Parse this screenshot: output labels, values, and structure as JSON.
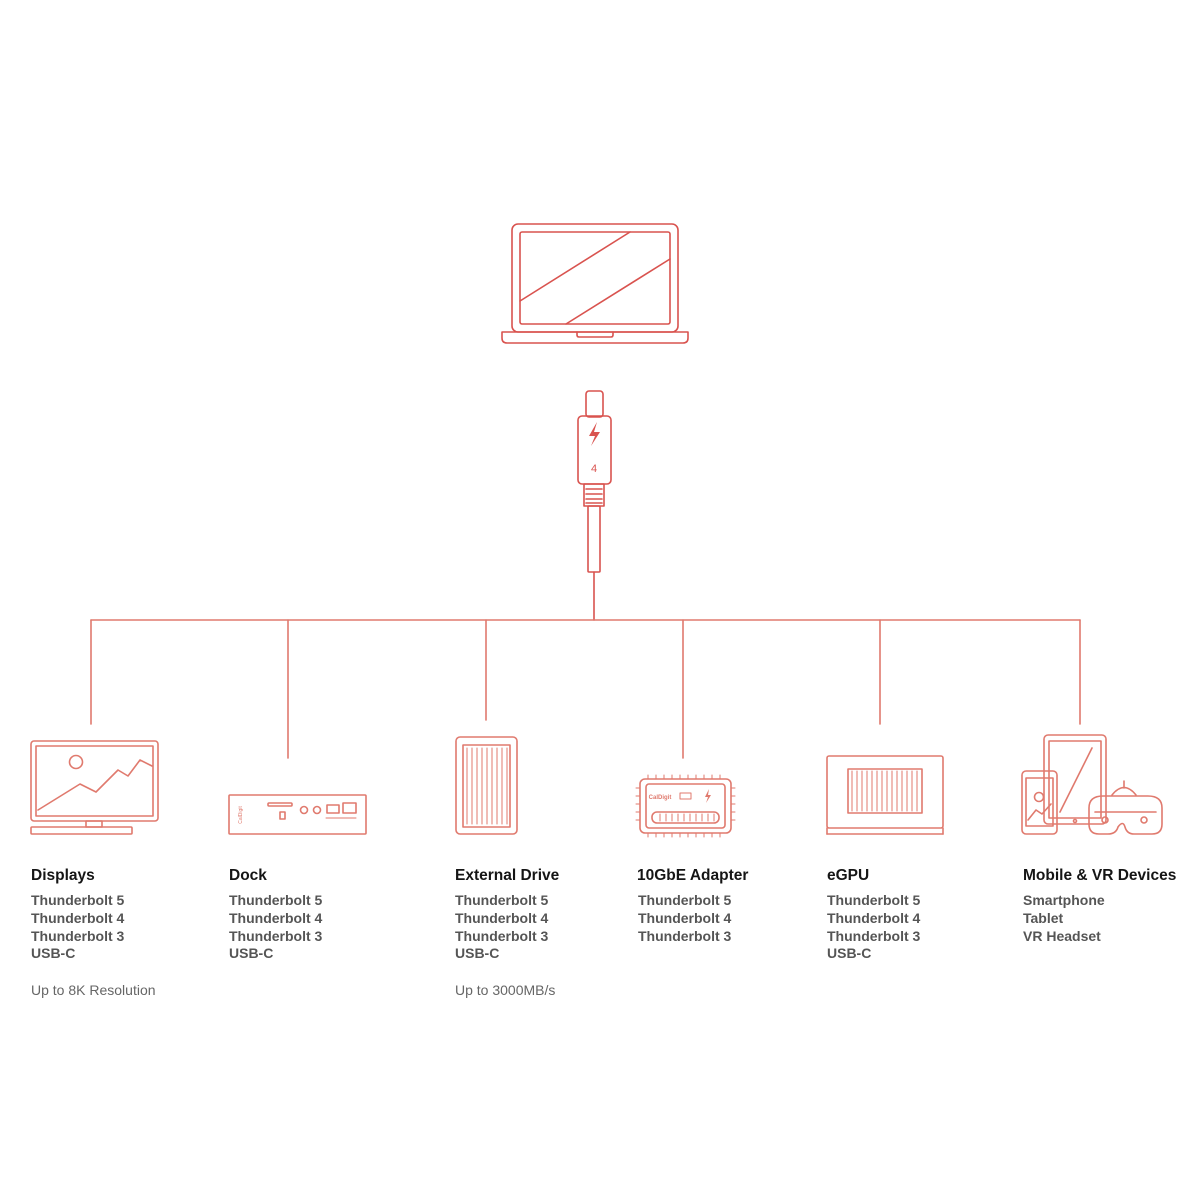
{
  "colors": {
    "accent": "#d9534f",
    "accent_light": "#e8a39a",
    "text": "#151515",
    "subtext": "#555555"
  },
  "cable": {
    "version": "4"
  },
  "brand": {
    "dock": "CalDigit",
    "adapter": "CalDigit"
  },
  "columns": [
    {
      "id": "displays",
      "title": "Displays",
      "items": [
        "Thunderbolt 5",
        "Thunderbolt 4",
        "Thunderbolt 3",
        "USB-C"
      ],
      "note": "Up to 8K Resolution",
      "icon": "monitor-icon"
    },
    {
      "id": "dock",
      "title": "Dock",
      "items": [
        "Thunderbolt 5",
        "Thunderbolt 4",
        "Thunderbolt 3",
        "USB-C"
      ],
      "note": "",
      "icon": "dock-icon"
    },
    {
      "id": "external-drive",
      "title": "External Drive",
      "items": [
        "Thunderbolt 5",
        "Thunderbolt 4",
        "Thunderbolt 3",
        "USB-C"
      ],
      "note": "Up to 3000MB/s",
      "icon": "external-drive-icon"
    },
    {
      "id": "adapter",
      "title": "10GbE Adapter",
      "items": [
        "Thunderbolt 5",
        "Thunderbolt 4",
        "Thunderbolt 3"
      ],
      "note": "",
      "icon": "network-adapter-icon"
    },
    {
      "id": "egpu",
      "title": "eGPU",
      "items": [
        "Thunderbolt 5",
        "Thunderbolt 4",
        "Thunderbolt 3",
        "USB-C"
      ],
      "note": "",
      "icon": "egpu-icon"
    },
    {
      "id": "mobile-vr",
      "title": "Mobile & VR Devices",
      "items": [
        "Smartphone",
        "Tablet",
        "VR Headset"
      ],
      "note": "",
      "icon": "mobile-vr-icon"
    }
  ]
}
